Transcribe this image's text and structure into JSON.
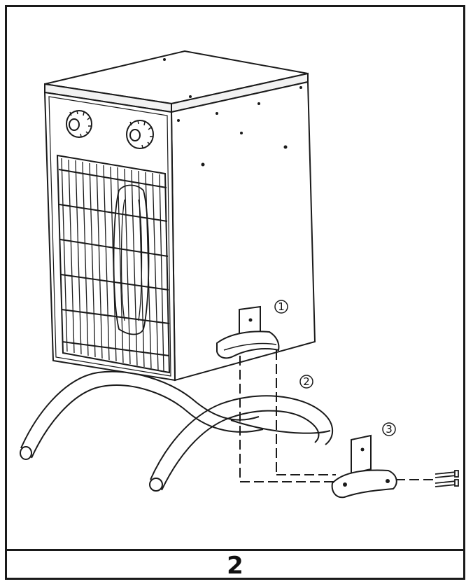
{
  "figure": {
    "number": "2",
    "callouts": [
      "1",
      "2",
      "3"
    ]
  },
  "colors": {
    "line": "#1a1a1a",
    "fill": "#ffffff",
    "shade": "#e8e8e8"
  }
}
